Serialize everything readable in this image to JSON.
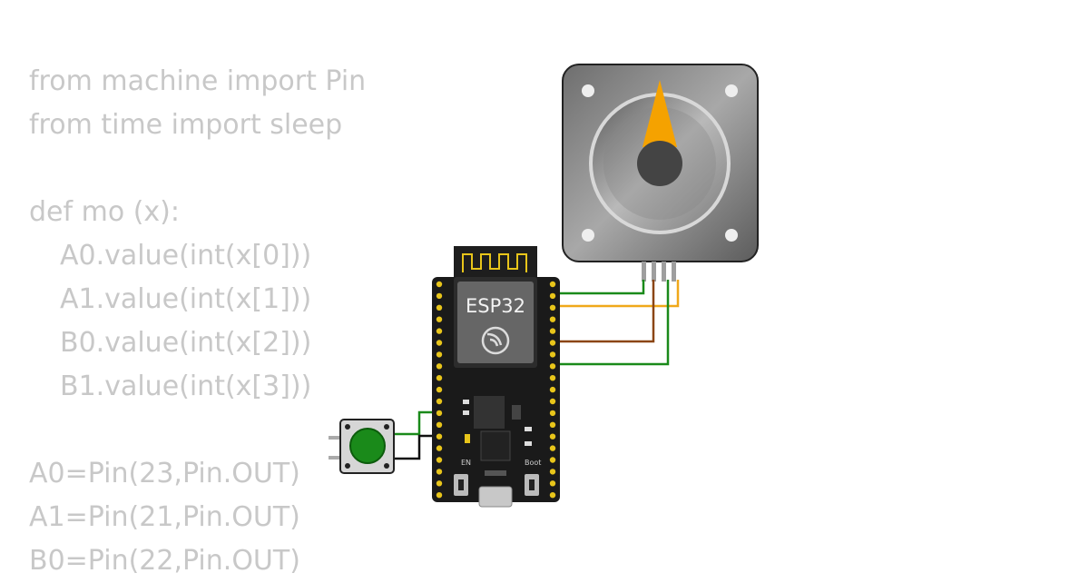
{
  "code_lines": [
    {
      "text": "from machine import Pin",
      "indent": false
    },
    {
      "text": "from time import sleep",
      "indent": false
    },
    {
      "text": "",
      "indent": false
    },
    {
      "text": "def mo (x):",
      "indent": false
    },
    {
      "text": "A0.value(int(x[0]))",
      "indent": true
    },
    {
      "text": "A1.value(int(x[1]))",
      "indent": true
    },
    {
      "text": "B0.value(int(x[2]))",
      "indent": true
    },
    {
      "text": "B1.value(int(x[3]))",
      "indent": true
    },
    {
      "text": "",
      "indent": false
    },
    {
      "text": "A0=Pin(23,Pin.OUT)",
      "indent": false
    },
    {
      "text": "A1=Pin(21,Pin.OUT)",
      "indent": false
    },
    {
      "text": "B0=Pin(22,Pin.OUT)",
      "indent": false
    }
  ],
  "board": {
    "label": "ESP32",
    "en_label": "EN",
    "boot_label": "Boot"
  },
  "colors": {
    "code_text": "#c8c8c8",
    "board_bg": "#1a1a1a",
    "pin_gold": "#e8c51a",
    "wire_green": "#1a8a1a",
    "wire_orange": "#f0a81a",
    "wire_brown": "#8b4513",
    "wire_black": "#111111",
    "motor_body": "#9a9a9a",
    "motor_pointer": "#f5a200",
    "button_green": "#1a8a1a"
  },
  "icons": {
    "wifi_logo": "espressif-logo-icon",
    "usb": "micro-usb-port-icon"
  }
}
